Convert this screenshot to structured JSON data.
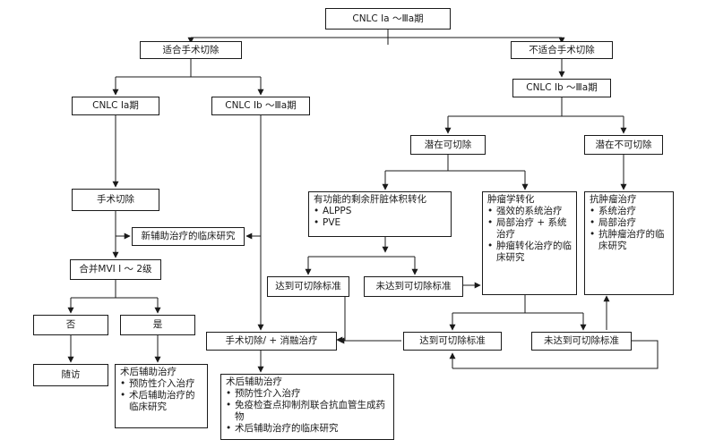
{
  "nodes": {
    "root": "CNLC Ⅰa ～Ⅲa期",
    "suitable": "适合手术切除",
    "unsuitable": "不适合手术切除",
    "ia": "CNLC Ⅰa期",
    "ib3a_left": "CNLC Ⅰb ～Ⅲa期",
    "ib3a_right": "CNLC Ⅰb ～Ⅲa期",
    "potential": "潜在可切除",
    "non_resectable": "潜在不可切除",
    "surgery": "手术切除",
    "neoadj": "新辅助治疗的临床研究",
    "mvi": "合并MVI Ⅰ ～ 2级",
    "no": "否",
    "yes": "是",
    "followup": "随访",
    "flr": {
      "title": "有功能的剩余肝脏体积转化",
      "items": [
        "ALPPS",
        "PVE"
      ]
    },
    "tumor": {
      "title": "肿瘤学转化",
      "items": [
        "强效的系统治疗",
        "局部治疗 + 系统治疗",
        "肿瘤转化治疗的临床研究"
      ]
    },
    "antitumor": {
      "title": "抗肿瘤治疗",
      "items": [
        "系统治疗",
        "局部治疗",
        "抗肿瘤治疗的临床研究"
      ]
    },
    "reach_a": "达到可切除标准",
    "notreach_a": "未达到可切除标准",
    "surgery_ablation": "手术切除/ + 消融治疗",
    "reach_b": "达到可切除标准",
    "notreach_b": "未达到可切除标准",
    "adj_left": {
      "title": "术后辅助治疗",
      "items": [
        "预防性介入治疗",
        "术后辅助治疗的临床研究"
      ]
    },
    "adj_mid": {
      "title": "术后辅助治疗",
      "items": [
        "预防性介入治疗",
        "免疫检查点抑制剂联合抗血管生成药物",
        "术后辅助治疗的临床研究"
      ]
    }
  }
}
